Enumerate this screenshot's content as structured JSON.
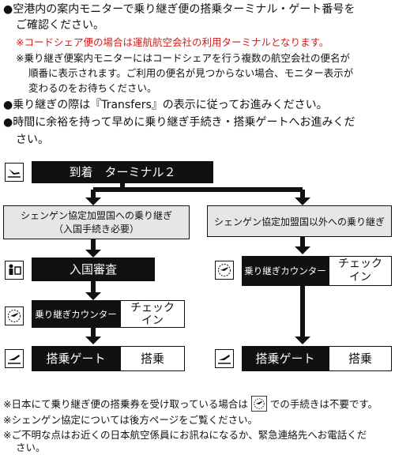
{
  "top_notes": {
    "line1": "●空港内の案内モニターで乗り継ぎ便の搭乗ターミナル・ゲート番号を",
    "line1b": "ご確認ください。",
    "red_note": "※コードシェア便の場合は運航航空会社の利用ターミナルとなります。",
    "note2a": "※乗り継ぎ便案内モニターにはコードシェアを行う複数の航空会社の便名が",
    "note2b": "順番に表示されます。ご利用の便名が見つからない場合、モニター表示が",
    "note2c": "変わるのをお待ちください。",
    "line2": "●乗り継ぎの際は『Transfers』の表示に従ってお進みください。",
    "line3a": "●時間に余裕を持って早めに乗り継ぎ手続き・搭乗ゲートへお進みくだ",
    "line3b": "さい。"
  },
  "flow": {
    "arrival": "到着　ターミナル２",
    "left_branch_line1": "シェンゲン協定加盟国への乗り継ぎ",
    "left_branch_line2": "（入国手続き必要）",
    "right_branch": "シェンゲン協定加盟国以外への乗り継ぎ",
    "immigration": "入国審査",
    "transfer_counter": "乗り継ぎカウンター",
    "checkin_line1": "チェック",
    "checkin_line2": "イン",
    "boarding_gate": "搭乗ゲート",
    "boarding": "搭乗"
  },
  "bottom_notes": {
    "note1a": "※日本にて乗り継ぎ便の搭乗券を受け取っている場合は",
    "note1b": "での手続きは不要です。",
    "note2": "※シェンゲン協定については後方ページをご覧ください。",
    "note3a": "※ご不明な点はお近くの日本航空係員にお訊ねになるか、緊急連絡先へお電話くだ",
    "note3b": "さい。"
  },
  "icons": [
    "plane-arrival-icon",
    "passport-control-icon",
    "transfer-icon",
    "plane-departure-icon"
  ]
}
